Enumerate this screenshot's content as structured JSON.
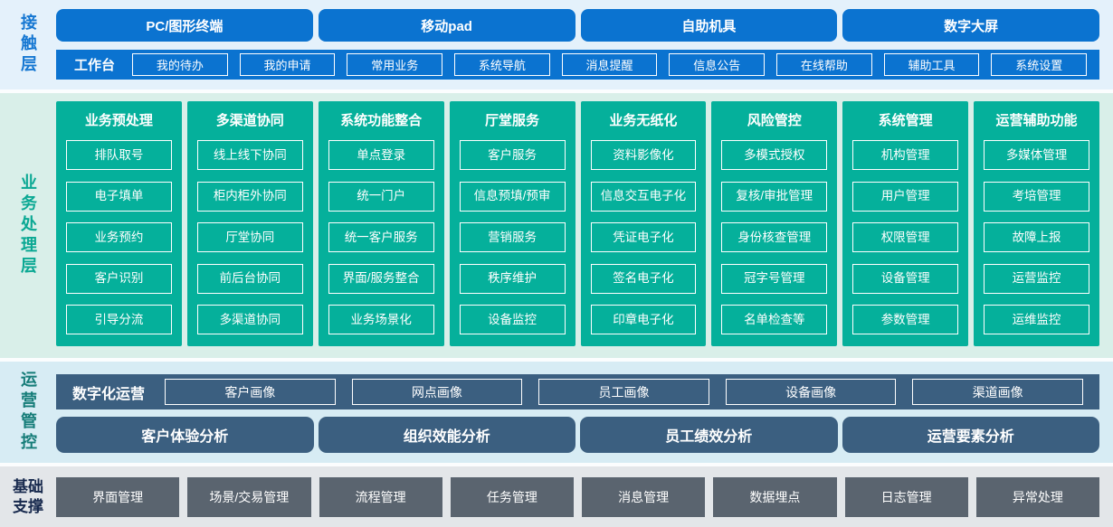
{
  "colors": {
    "accent_blue": "#0b73d0",
    "accent_green": "#05b09b",
    "accent_slate_blue": "#3b5f80",
    "accent_slate_gray": "#5a646f",
    "band_blue_bg": "#e4f1fb",
    "band_green_bg": "#d9efe9",
    "band_cyan_bg": "#d7ecf4",
    "band_gray_bg": "#e3e6e9"
  },
  "contact": {
    "label": "接触层",
    "terminals": [
      "PC/图形终端",
      "移动pad",
      "自助机具",
      "数字大屏"
    ],
    "workbench": {
      "label": "工作台",
      "items": [
        "我的待办",
        "我的申请",
        "常用业务",
        "系统导航",
        "消息提醒",
        "信息公告",
        "在线帮助",
        "辅助工具",
        "系统设置"
      ]
    }
  },
  "business": {
    "label": "业务处理层",
    "columns": [
      {
        "title": "业务预处理",
        "items": [
          "排队取号",
          "电子填单",
          "业务预约",
          "客户识别",
          "引导分流"
        ]
      },
      {
        "title": "多渠道协同",
        "items": [
          "线上线下协同",
          "柜内柜外协同",
          "厅堂协同",
          "前后台协同",
          "多渠道协同"
        ]
      },
      {
        "title": "系统功能整合",
        "items": [
          "单点登录",
          "统一门户",
          "统一客户服务",
          "界面/服务整合",
          "业务场景化"
        ]
      },
      {
        "title": "厅堂服务",
        "items": [
          "客户服务",
          "信息预填/预审",
          "营销服务",
          "秩序维护",
          "设备监控"
        ]
      },
      {
        "title": "业务无纸化",
        "items": [
          "资料影像化",
          "信息交互电子化",
          "凭证电子化",
          "签名电子化",
          "印章电子化"
        ]
      },
      {
        "title": "风险管控",
        "items": [
          "多模式授权",
          "复核/审批管理",
          "身份核查管理",
          "冠字号管理",
          "名单检查等"
        ]
      },
      {
        "title": "系统管理",
        "items": [
          "机构管理",
          "用户管理",
          "权限管理",
          "设备管理",
          "参数管理"
        ]
      },
      {
        "title": "运营辅助功能",
        "items": [
          "多媒体管理",
          "考培管理",
          "故障上报",
          "运营监控",
          "运维监控"
        ]
      }
    ]
  },
  "operations": {
    "label": "运营管控",
    "digital": {
      "label": "数字化运营",
      "items": [
        "客户画像",
        "网点画像",
        "员工画像",
        "设备画像",
        "渠道画像"
      ]
    },
    "analysis": [
      "客户体验分析",
      "组织效能分析",
      "员工绩效分析",
      "运营要素分析"
    ]
  },
  "foundation": {
    "label": "基础支撑",
    "items": [
      "界面管理",
      "场景/交易管理",
      "流程管理",
      "任务管理",
      "消息管理",
      "数据埋点",
      "日志管理",
      "异常处理"
    ]
  }
}
